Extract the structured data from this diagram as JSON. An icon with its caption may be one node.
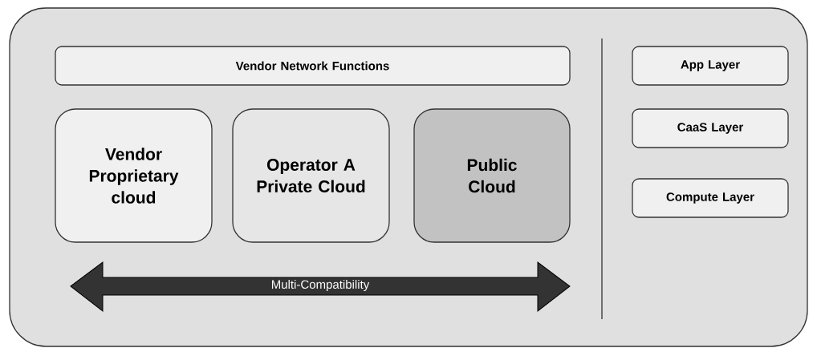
{
  "diagram": {
    "nodes": [
      {
        "text": [],
        "shape": "box"
      },
      {
        "text": [
          "Vendor Network Functions"
        ],
        "in": 0
      },
      {
        "text": [
          "Vendor Proprietary cloud"
        ],
        "in": 0
      },
      {
        "text": [
          "Operator A Private Cloud"
        ],
        "in": 0
      },
      {
        "text": [
          "Public Cloud"
        ],
        "in": 0
      },
      {
        "text": [
          "App Layer"
        ],
        "in": 0
      },
      {
        "text": [
          "CaaS Layer"
        ],
        "in": 0
      },
      {
        "text": [
          "Compute Layer"
        ],
        "in": 0
      }
    ],
    "labels": [
      "Multi-Compatibility"
    ]
  }
}
